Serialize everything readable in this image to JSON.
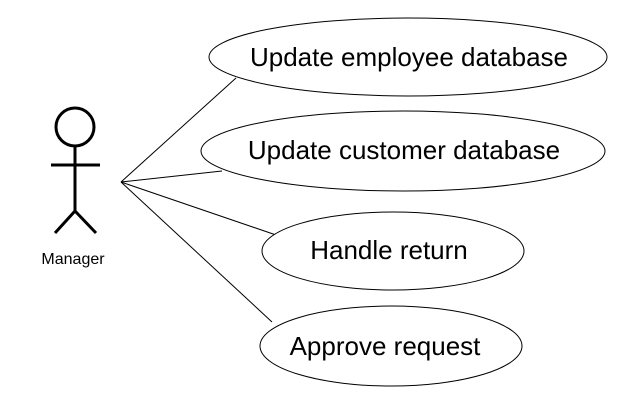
{
  "diagram": {
    "actor": {
      "name": "Manager"
    },
    "use_cases": [
      {
        "label": "Update employee database"
      },
      {
        "label": "Update customer database"
      },
      {
        "label": "Handle return"
      },
      {
        "label": "Approve request"
      }
    ],
    "colors": {
      "stroke": "#000000",
      "background": "#ffffff"
    }
  }
}
